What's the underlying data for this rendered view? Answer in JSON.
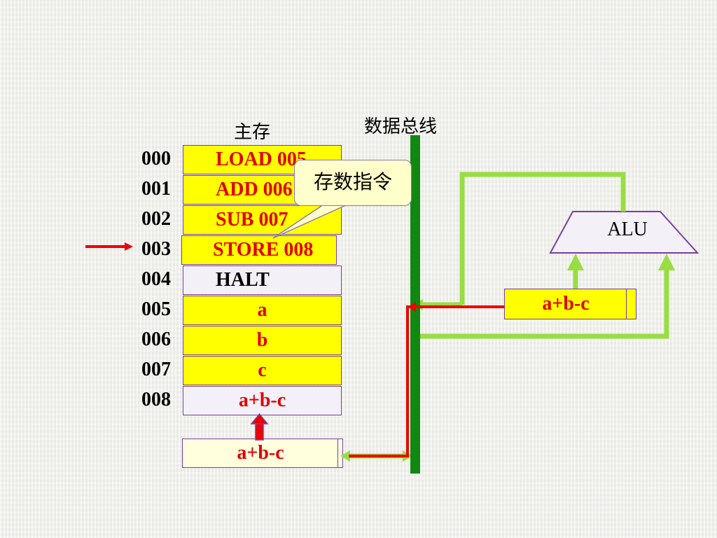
{
  "titles": {
    "main_memory": "主存",
    "data_bus": "数据总线"
  },
  "memory": [
    {
      "addr": "000",
      "content": "LOAD 005"
    },
    {
      "addr": "001",
      "content": "ADD 006"
    },
    {
      "addr": "002",
      "content": "SUB 007"
    },
    {
      "addr": "003",
      "content": "STORE 008"
    },
    {
      "addr": "004",
      "content": "HALT"
    },
    {
      "addr": "005",
      "content": "a"
    },
    {
      "addr": "006",
      "content": "b"
    },
    {
      "addr": "007",
      "content": "c"
    },
    {
      "addr": "008",
      "content": "a+b-c"
    }
  ],
  "callout": "存数指令",
  "alu": {
    "label": "ALU"
  },
  "accumulator": "a+b-c",
  "memory_data_register": "a+b-c",
  "colors": {
    "bus": "#118811",
    "data_path": "#99dd44",
    "active_path": "#ee0000",
    "highlight": "#ffff00",
    "border": "#7a3fa0"
  }
}
